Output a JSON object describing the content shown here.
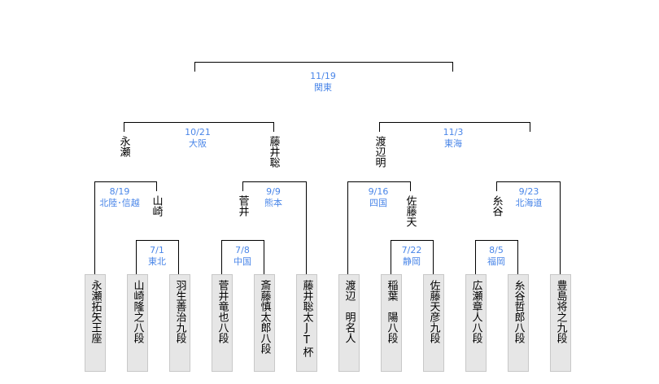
{
  "players": [
    "永瀬拓矢王座",
    "山崎隆之八段",
    "羽生善治九段",
    "菅井竜也八段",
    "斎藤慎太郎八段",
    "藤井聡太JT杯",
    "渡辺　明名人",
    "稲葉　陽八段",
    "佐藤天彦九段",
    "広瀬章人八段",
    "糸谷哲郎八段",
    "豊島将之九段"
  ],
  "matches": {
    "r1": [
      {
        "date": "7/1",
        "venue": "東北"
      },
      {
        "date": "7/8",
        "venue": "中国"
      },
      {
        "date": "7/22",
        "venue": "静岡"
      },
      {
        "date": "8/5",
        "venue": "福岡"
      }
    ],
    "qf": [
      {
        "date": "8/19",
        "venue": "北陸･信越"
      },
      {
        "date": "9/9",
        "venue": "熊本"
      },
      {
        "date": "9/16",
        "venue": "四国"
      },
      {
        "date": "9/23",
        "venue": "北海道"
      }
    ],
    "sf": [
      {
        "date": "10/21",
        "venue": "大阪"
      },
      {
        "date": "11/3",
        "venue": "東海"
      }
    ],
    "final": {
      "date": "11/19",
      "venue": "関東"
    }
  },
  "winners": {
    "r1": [
      "山崎",
      "菅井",
      "佐藤天",
      "糸谷"
    ],
    "qf": [
      "永瀬",
      "藤井聡",
      "渡辺明"
    ]
  },
  "colors": {
    "label": "#4a86e8",
    "box": "#e6e6e6"
  }
}
